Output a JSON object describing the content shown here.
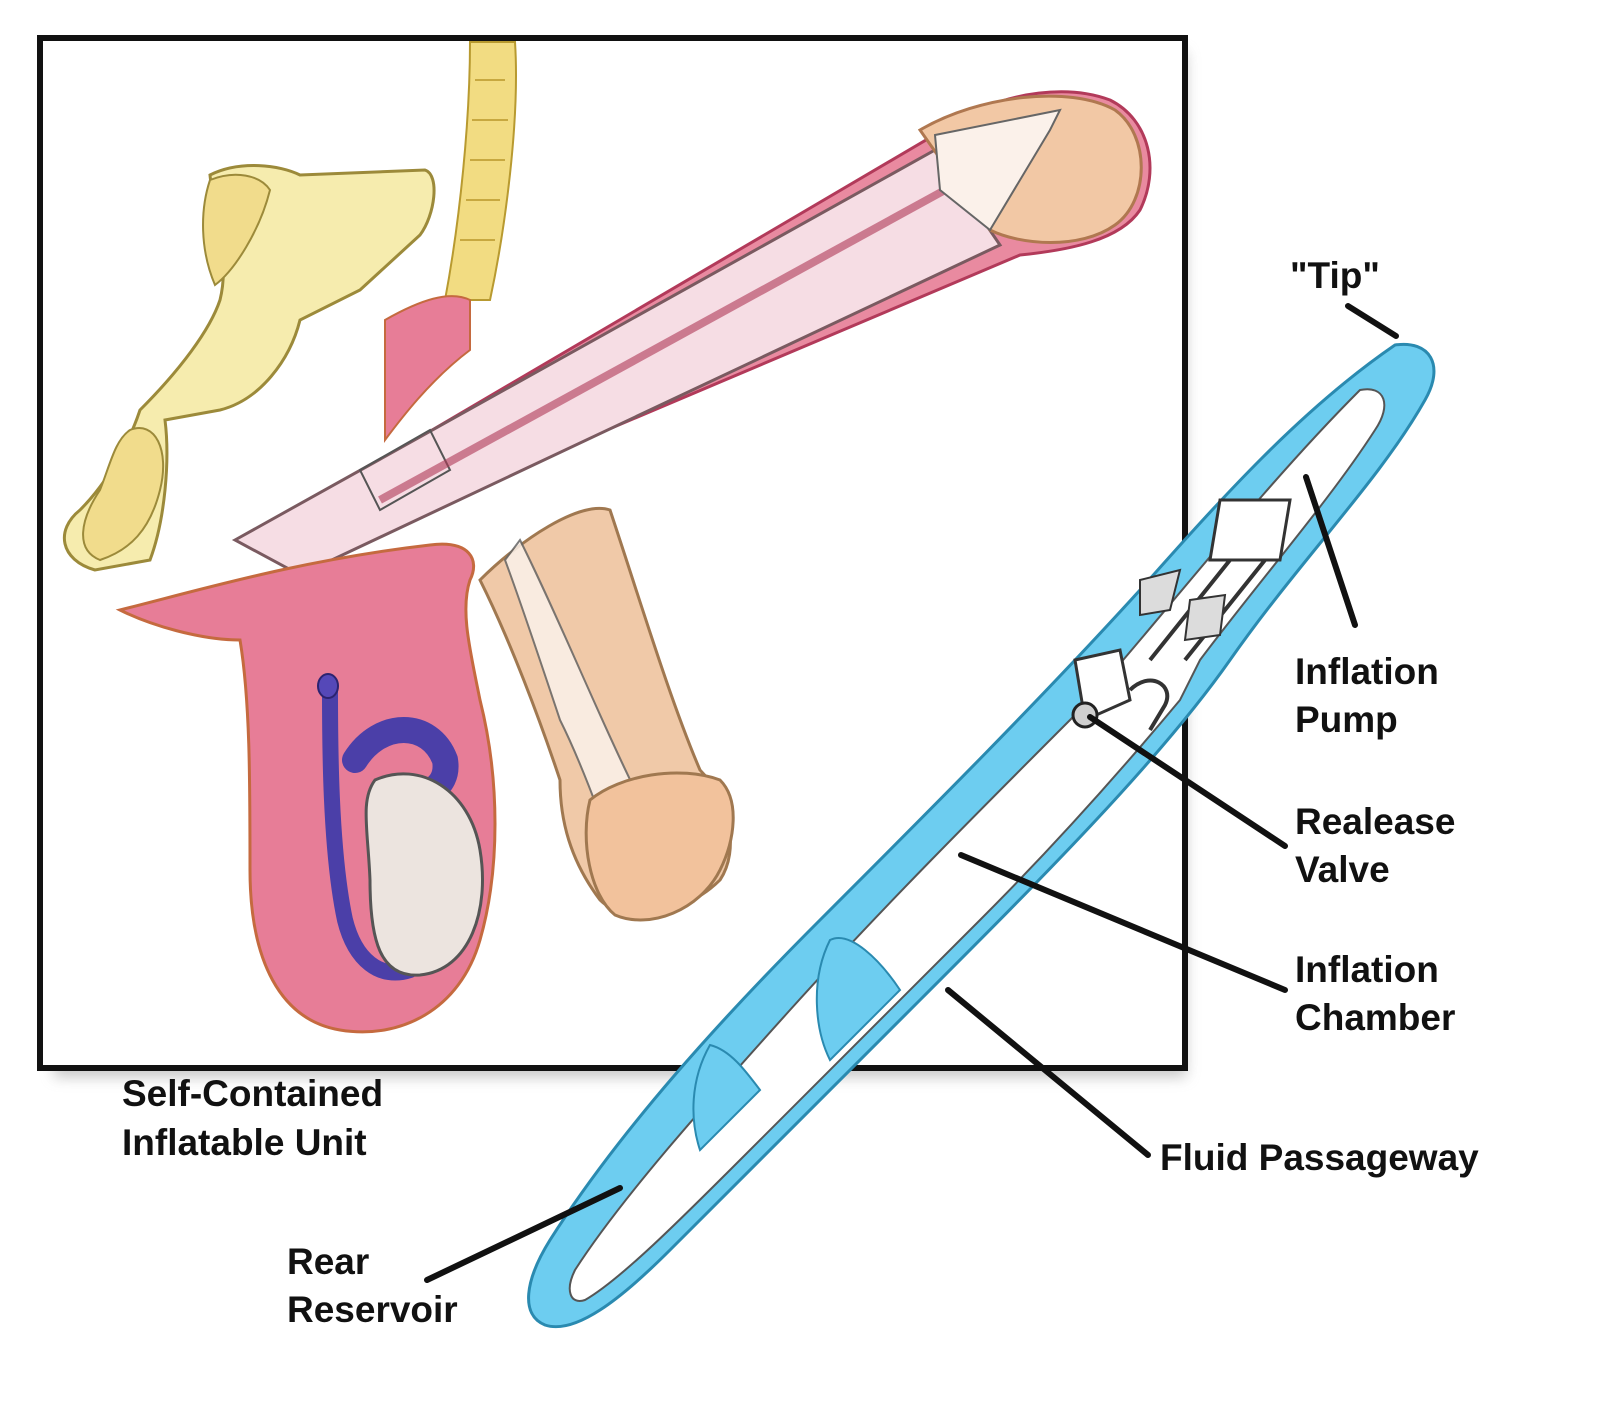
{
  "figure": {
    "inset_caption": [
      "Self-Contained",
      "Inflatable Unit"
    ],
    "labels": {
      "tip": "\"Tip\"",
      "inflation_pump": [
        "Inflation",
        "Pump"
      ],
      "release_valve": [
        "Realease",
        "Valve"
      ],
      "inflation_chamber": [
        "Inflation",
        "Chamber"
      ],
      "fluid_passageway": "Fluid Passageway",
      "rear_reservoir": [
        "Rear",
        "Reservoir"
      ]
    },
    "colors": {
      "fluid_blue": "#6dcdf0",
      "tissue_pink": "#e06a86",
      "bone_yellow": "#f6ecae",
      "skin_tan": "#f0c9a8",
      "reservoir_purple": "#4b3fa8",
      "testis_white": "#ece4df",
      "frame_black": "#111111"
    }
  }
}
